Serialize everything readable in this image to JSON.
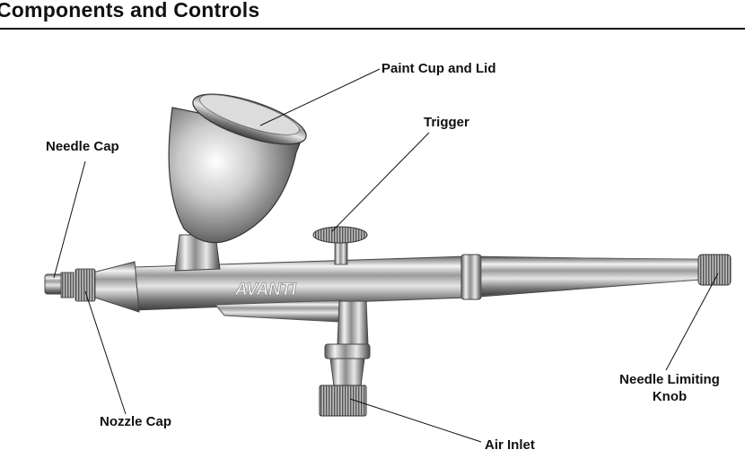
{
  "page": {
    "title": "Components and Controls"
  },
  "illustration": {
    "brand_mark": "AVANTI",
    "callouts": {
      "paint_cup": "Paint Cup and Lid",
      "trigger": "Trigger",
      "needle_cap": "Needle Cap",
      "nozzle_cap": "Nozzle Cap",
      "needle_limiting_knob_line1": "Needle Limiting",
      "needle_limiting_knob_line2": "Knob",
      "air_inlet": "Air Inlet"
    }
  }
}
